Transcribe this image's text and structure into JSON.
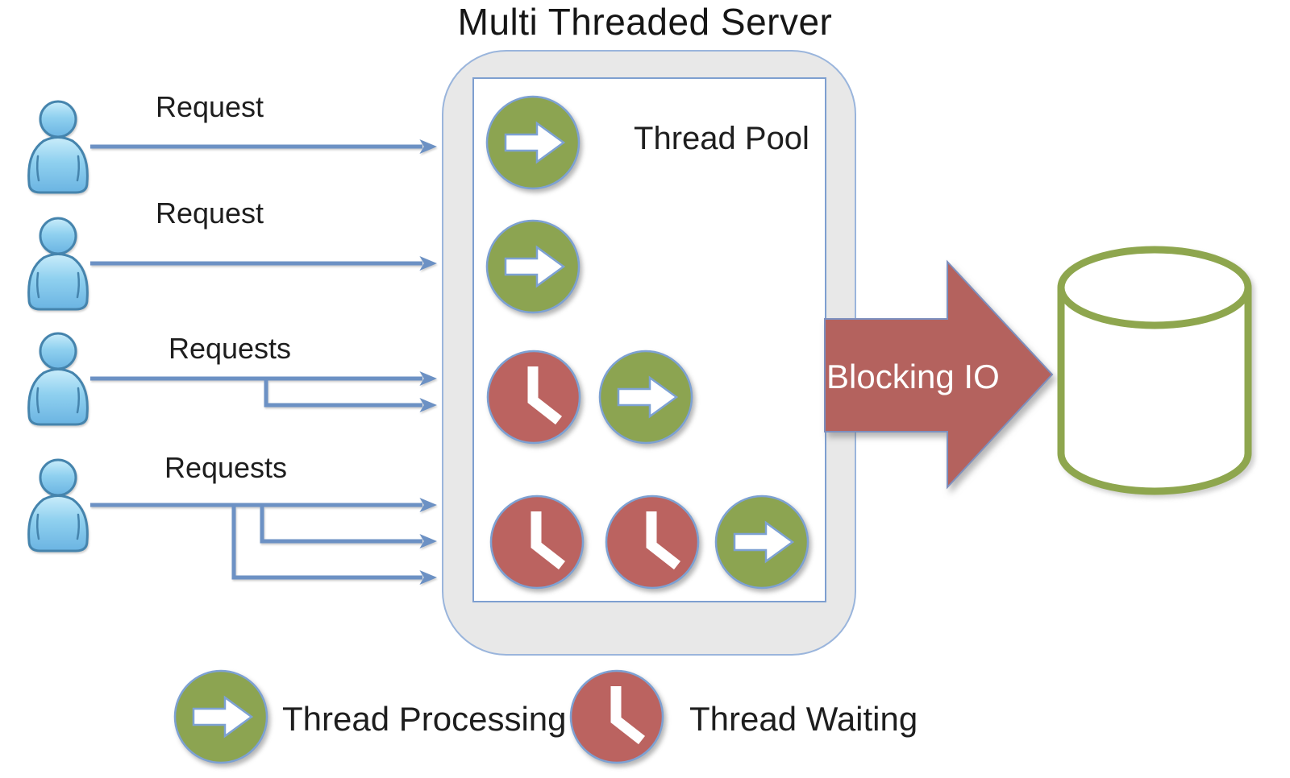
{
  "title": "Multi Threaded Server",
  "server": {
    "pool_label": "Thread Pool"
  },
  "clients": [
    {
      "label": "Request",
      "arrow_count": 1
    },
    {
      "label": "Request",
      "arrow_count": 1
    },
    {
      "label": "Requests",
      "arrow_count": 2
    },
    {
      "label": "Requests",
      "arrow_count": 3
    }
  ],
  "pool": {
    "rows": [
      [
        "processing"
      ],
      [
        "processing"
      ],
      [
        "waiting",
        "processing"
      ],
      [
        "waiting",
        "waiting",
        "processing"
      ]
    ]
  },
  "blocking_arrow": {
    "label": "Blocking IO"
  },
  "legend": [
    {
      "icon": "thread-processing-icon",
      "label": "Thread Processing"
    },
    {
      "icon": "thread-waiting-icon",
      "label": "Thread Waiting"
    }
  ],
  "colors": {
    "processing_green": "#8CA451",
    "waiting_red": "#BB6360",
    "connector_blue": "#6C91C4",
    "shape_border_blue": "#7DA1D3",
    "server_fill": "#E8E8E8",
    "blocking_arrow_fill": "#B4625E",
    "database_green": "#8EA64E",
    "user_blue": "#6BB4E2"
  }
}
